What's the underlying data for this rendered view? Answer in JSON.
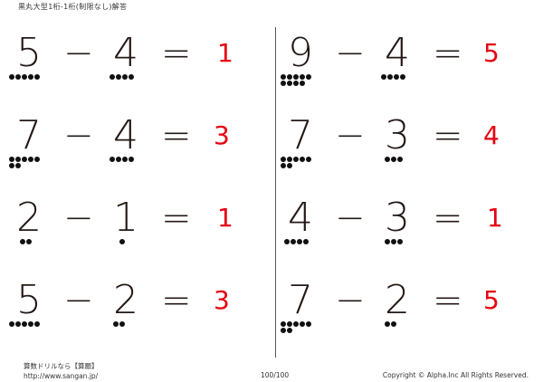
{
  "header": {
    "title": "黒丸大型1桁-1桁(制限なし)解答"
  },
  "problems": [
    {
      "a": "5",
      "b": "4",
      "op": "−",
      "eq": "=",
      "answer": "1",
      "dots_a": 5,
      "dots_b": 4
    },
    {
      "a": "7",
      "b": "4",
      "op": "−",
      "eq": "=",
      "answer": "3",
      "dots_a": 7,
      "dots_b": 4
    },
    {
      "a": "2",
      "b": "1",
      "op": "−",
      "eq": "=",
      "answer": "1",
      "dots_a": 2,
      "dots_b": 1
    },
    {
      "a": "5",
      "b": "2",
      "op": "−",
      "eq": "=",
      "answer": "3",
      "dots_a": 5,
      "dots_b": 2
    },
    {
      "a": "9",
      "b": "4",
      "op": "−",
      "eq": "=",
      "answer": "5",
      "dots_a": 9,
      "dots_b": 4
    },
    {
      "a": "7",
      "b": "3",
      "op": "−",
      "eq": "=",
      "answer": "4",
      "dots_a": 7,
      "dots_b": 3
    },
    {
      "a": "4",
      "b": "3",
      "op": "−",
      "eq": "=",
      "answer": "1",
      "dots_a": 4,
      "dots_b": 3
    },
    {
      "a": "7",
      "b": "2",
      "op": "−",
      "eq": "=",
      "answer": "5",
      "dots_a": 7,
      "dots_b": 2
    }
  ],
  "footer": {
    "site_name": "算数ドリルなら【算願】",
    "url": "http://www.sangan.jp/",
    "page": "100/100",
    "copyright": "Copyright © Alpha.Inc All Rights Reserved."
  },
  "colors": {
    "answer": "#e60012",
    "text": "#231815"
  }
}
